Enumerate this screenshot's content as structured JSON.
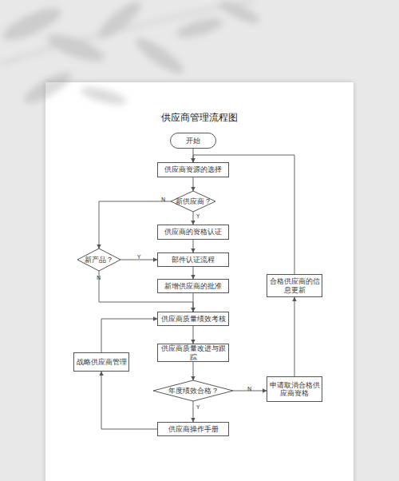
{
  "diagram": {
    "title": "供应商管理流程图",
    "nodes": [
      {
        "text": [
          "开始"
        ]
      },
      {
        "text": [
          "供应商资源的选择"
        ]
      },
      {
        "text": [
          "新供应商？"
        ]
      },
      {
        "text": [
          "供应商的资格认证"
        ]
      },
      {
        "text": [
          "新产品？"
        ]
      },
      {
        "text": [
          "部件认证流程"
        ]
      },
      {
        "text": [
          "新增供应商的批准"
        ]
      },
      {
        "text": [
          "合格供应商的信息更新"
        ]
      },
      {
        "text": [
          "供应商质量绩效考核"
        ]
      },
      {
        "text": [
          "供应商质量改进与跟踪"
        ]
      },
      {
        "text": [
          "战略供应商管理"
        ]
      },
      {
        "text": [
          "年度绩效合格？"
        ]
      },
      {
        "text": [
          "申请取消合格供应商资格"
        ]
      },
      {
        "text": [
          "供应商操作手册"
        ]
      }
    ],
    "edges": [
      {
        "from": 0,
        "to": 1,
        "arrow": "to"
      },
      {
        "from": 1,
        "to": 2,
        "arrow": "to"
      },
      {
        "from": 2,
        "to": 3,
        "label": "Y",
        "arrow": "to"
      },
      {
        "from": 2,
        "to": 4,
        "label": "N",
        "arrow": "to"
      },
      {
        "from": 3,
        "to": 5,
        "arrow": "to"
      },
      {
        "from": 4,
        "to": 5,
        "label": "Y",
        "arrow": "to"
      },
      {
        "from": 4,
        "to": 8,
        "label": "N",
        "arrow": "to"
      },
      {
        "from": 5,
        "to": 6,
        "arrow": "to"
      },
      {
        "from": 6,
        "to": 8,
        "arrow": "to"
      },
      {
        "from": 8,
        "to": 9,
        "arrow": "to"
      },
      {
        "from": 9,
        "to": 11,
        "arrow": "to"
      },
      {
        "from": 11,
        "to": 13,
        "label": "Y",
        "arrow": "to"
      },
      {
        "from": 11,
        "to": 12,
        "label": "N",
        "arrow": "to"
      },
      {
        "from": 12,
        "to": 7,
        "arrow": "to"
      },
      {
        "from": 7,
        "to": 1,
        "arrow": "to"
      },
      {
        "from": 13,
        "to": 10,
        "arrow": "to"
      },
      {
        "from": 10,
        "to": 8,
        "arrow": "to"
      }
    ]
  }
}
